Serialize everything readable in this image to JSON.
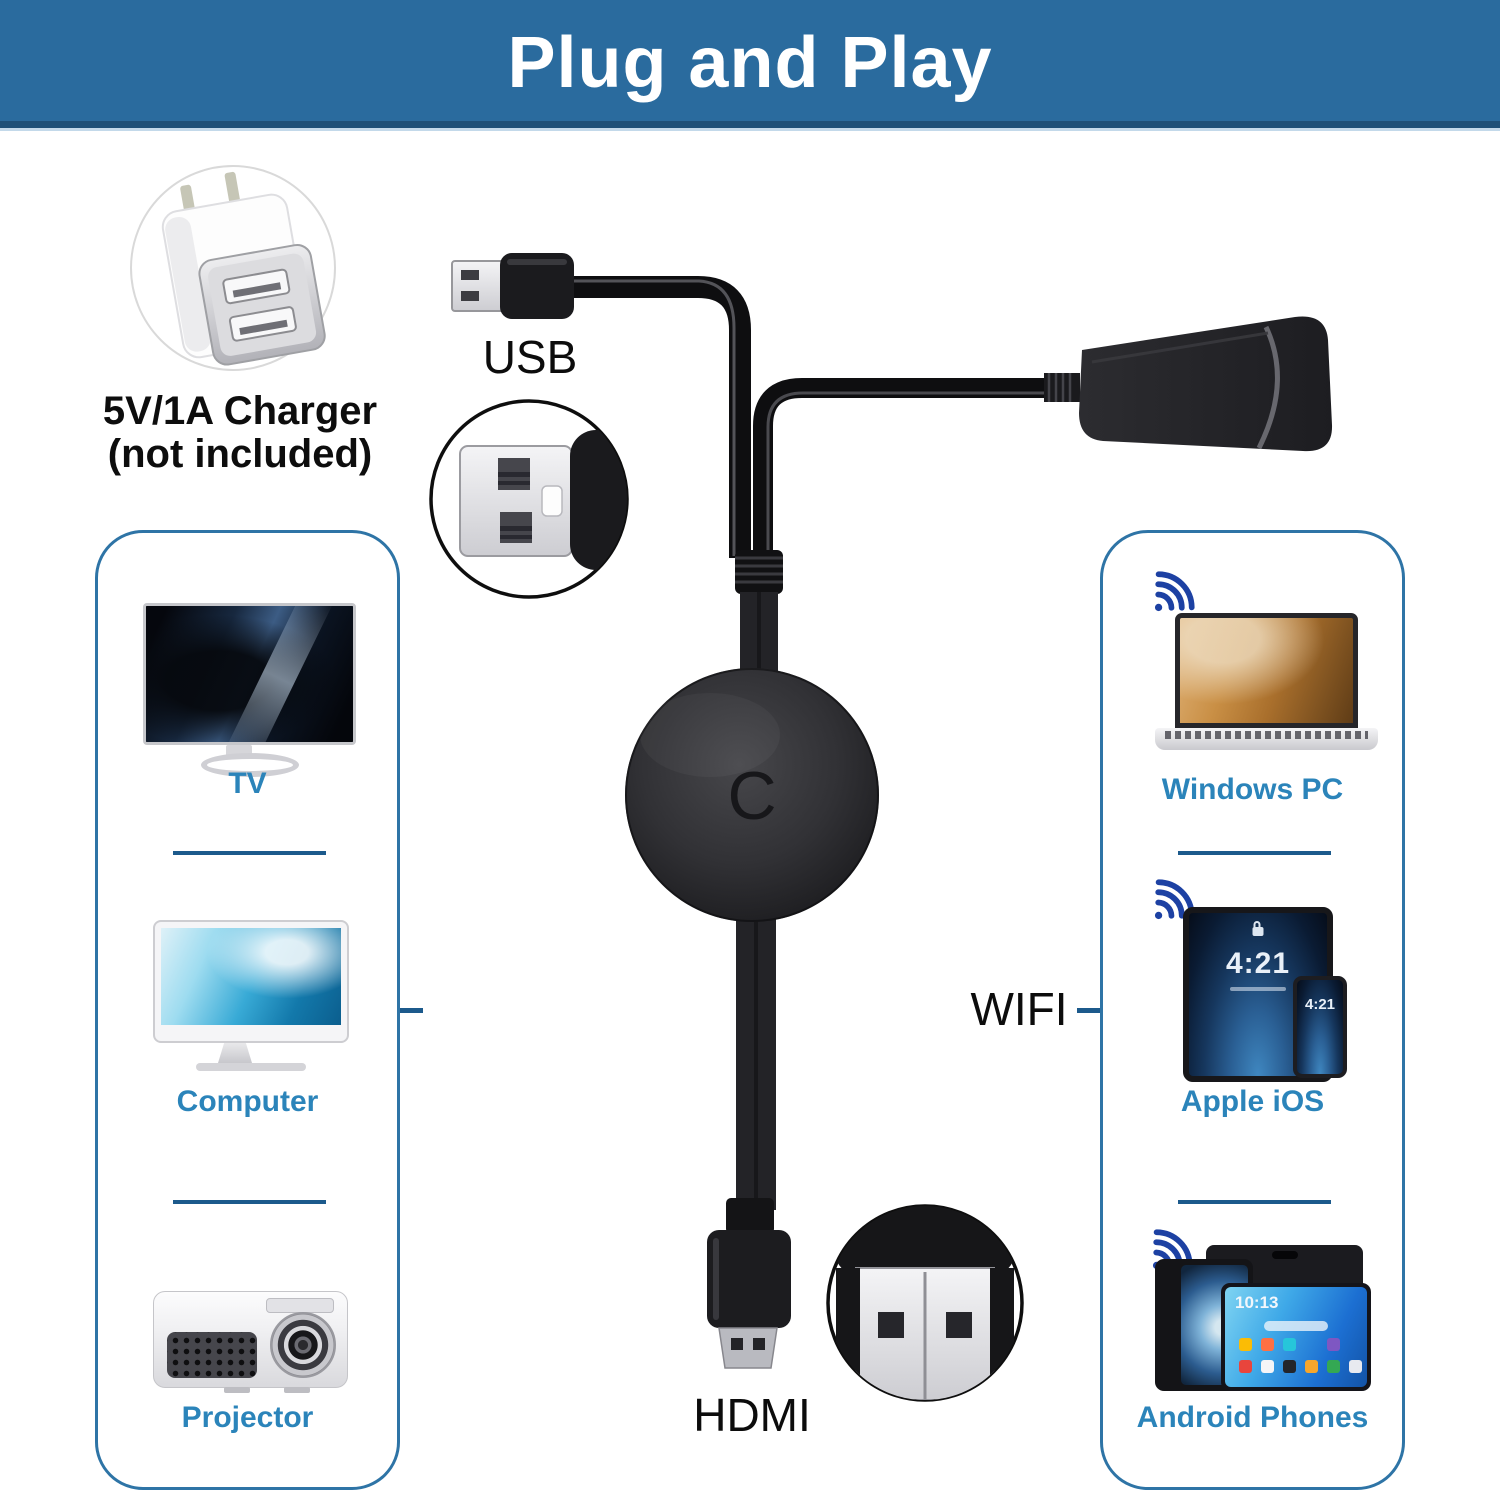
{
  "banner": {
    "title": "Plug and Play"
  },
  "charger": {
    "line1": "5V/1A Charger",
    "line2": "(not included)"
  },
  "labels": {
    "usb": "USB",
    "hdmi": "HDMI",
    "wifi": "WIFI"
  },
  "dongle": {
    "logo": "C"
  },
  "left_panel": {
    "items": [
      "TV",
      "Computer",
      "Projector"
    ]
  },
  "right_panel": {
    "items": [
      "Windows PC",
      "Apple iOS",
      "Android Phones"
    ]
  },
  "screens": {
    "ipad_time": "4:21",
    "iphone_time": "4:21",
    "android_tablet_time": "10:13"
  },
  "colors": {
    "banner_bg": "#2a6b9e",
    "panel_border": "#2e74a6",
    "divider": "#1c5a8c",
    "label_blue": "#2b84ba",
    "wifi_icon_blue": "#1d41a3",
    "text_black": "#0c0c0c"
  }
}
